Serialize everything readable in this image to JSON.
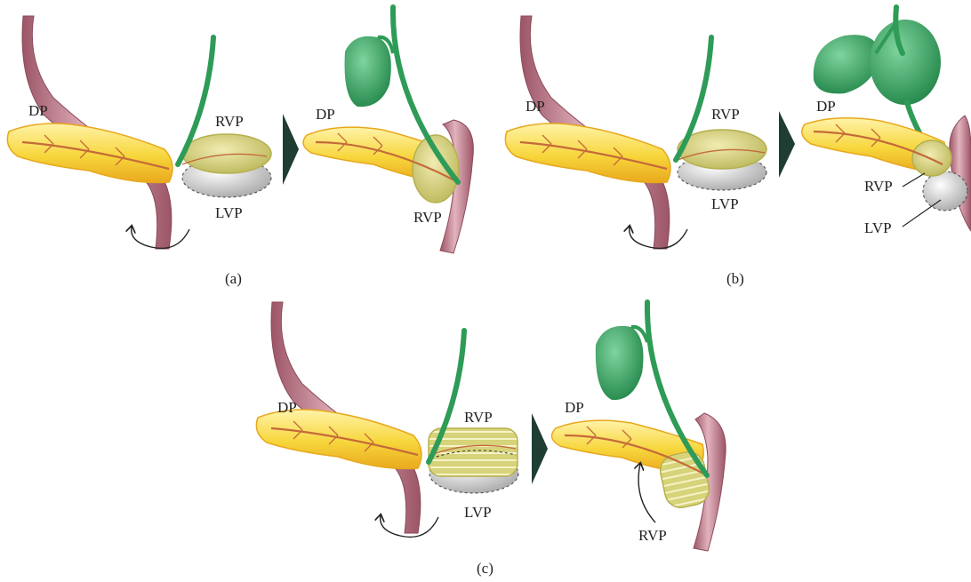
{
  "figure": {
    "labels": {
      "dp": "DP",
      "rvp": "RVP",
      "lvp": "LVP"
    },
    "captions": {
      "a": "(a)",
      "b": "(b)",
      "c": "(c)"
    }
  },
  "colors": {
    "duodenum": "#b46876",
    "pancreas": "#f6d43a",
    "pancreas_edge": "#e8a81c",
    "vessel": "#c46a3a",
    "bile_duct": "#2e9b57",
    "gallbladder": "#34a05f",
    "ventral_right": "#d7d27a",
    "ventral_left": "#d4d4d4",
    "arrow": "#1f3d33"
  }
}
